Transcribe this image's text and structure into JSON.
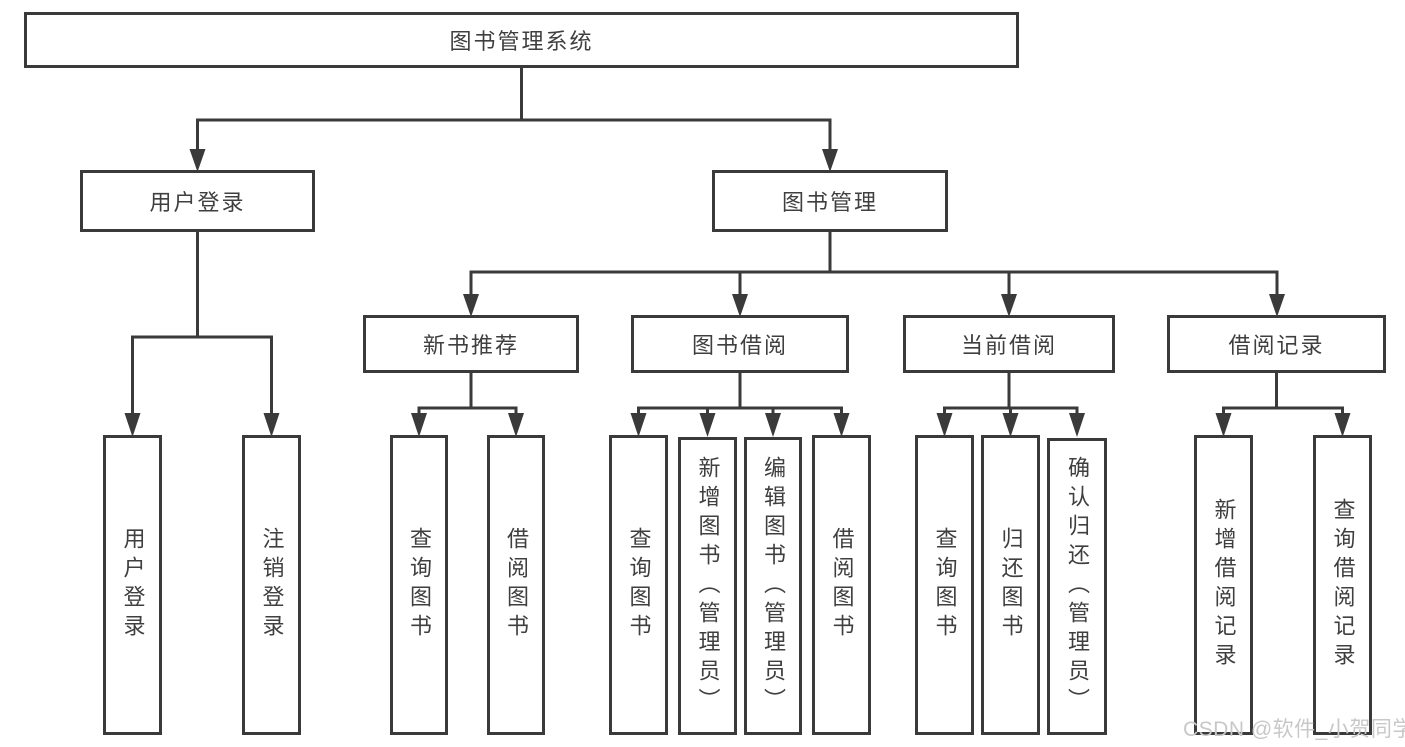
{
  "tree": {
    "root": {
      "label": "图书管理系统"
    },
    "branches": [
      {
        "label": "用户登录",
        "leaves": [
          {
            "label": "用户登录"
          },
          {
            "label": "注销登录"
          }
        ]
      },
      {
        "label": "图书管理",
        "children": [
          {
            "label": "新书推荐",
            "leaves": [
              {
                "label": "查询图书"
              },
              {
                "label": "借阅图书"
              }
            ]
          },
          {
            "label": "图书借阅",
            "leaves": [
              {
                "label": "查询图书"
              },
              {
                "label": "新增图书（管理员）"
              },
              {
                "label": "编辑图书（管理员）"
              },
              {
                "label": "借阅图书"
              }
            ]
          },
          {
            "label": "当前借阅",
            "leaves": [
              {
                "label": "查询图书"
              },
              {
                "label": "归还图书"
              },
              {
                "label": "确认归还（管理员）"
              }
            ]
          },
          {
            "label": "借阅记录",
            "leaves": [
              {
                "label": "新增借阅记录"
              },
              {
                "label": "查询借阅记录"
              }
            ]
          }
        ]
      }
    ]
  },
  "watermark": {
    "text": "CSDN @软件_小贺同学"
  },
  "colors": {
    "line": "#3a3a3a",
    "text": "#3f3f3f",
    "box_background": "#ffffff",
    "watermark": "#c8c8c8"
  }
}
